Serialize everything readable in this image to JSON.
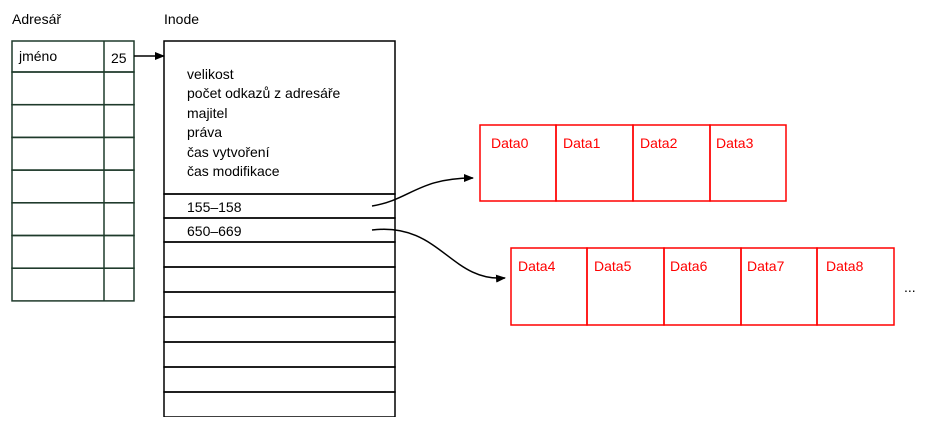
{
  "directory": {
    "title": "Adresář",
    "entry_name": "jméno",
    "entry_inode": "25",
    "empty_rows": 7
  },
  "inode": {
    "title": "Inode",
    "attributes": [
      "velikost",
      "počet odkazů z adresáře",
      "majitel",
      "práva",
      "čas vytvoření",
      "čas modifikace"
    ],
    "extents": [
      "155–158",
      "650–669"
    ],
    "empty_rows": 7
  },
  "data_blocks": {
    "row1": [
      "Data0",
      "Data1",
      "Data2",
      "Data3"
    ],
    "row2": [
      "Data4",
      "Data5",
      "Data6",
      "Data7",
      "Data8"
    ],
    "ellipsis": "..."
  },
  "colors": {
    "frame": "#000000",
    "directory_border": "#1e3a2b",
    "data_block": "#ff0000",
    "background": "#ffffff"
  }
}
